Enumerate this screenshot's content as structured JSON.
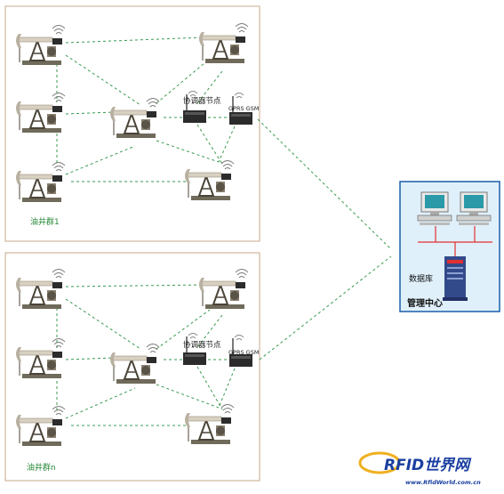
{
  "clusters": [
    {
      "label": "油井群1",
      "coordinator_label": "协调器节点",
      "gateway_label": "GPRS GSM"
    },
    {
      "label": "油井群n",
      "coordinator_label": "协调器节点",
      "gateway_label": "GPRS GSM"
    }
  ],
  "center": {
    "title": "管理中心",
    "database_label": "数据库"
  },
  "logo": {
    "brand": "RFID世界网",
    "url": "www.RfidWorld.com.cn"
  },
  "colors": {
    "frame_border": "#c8a888",
    "link": "#3a9a50",
    "center_bg": "#dff0fb",
    "center_border": "#1a5fa8",
    "bus": "#e03030",
    "logo_blue": "#1a3fa0",
    "logo_gold": "#f0b020",
    "label_green": "#2a8a3a"
  }
}
